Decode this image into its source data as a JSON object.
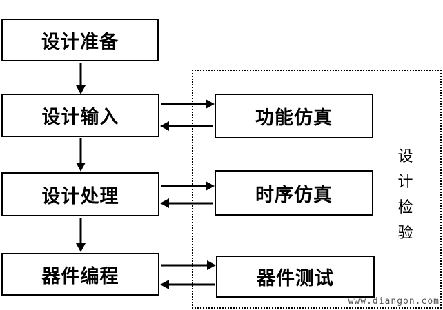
{
  "diagram": {
    "flow_boxes": [
      {
        "label": "设计准备"
      },
      {
        "label": "设计输入"
      },
      {
        "label": "设计处理"
      },
      {
        "label": "器件编程"
      }
    ],
    "sim_boxes": [
      {
        "label": "功能仿真"
      },
      {
        "label": "时序仿真"
      },
      {
        "label": "器件测试"
      }
    ],
    "group_label_vertical": "设计检验",
    "watermark": "www.diangon.com",
    "colors": {
      "line": "#000000",
      "text": "#000000",
      "watermark": "#555555",
      "background": "#ffffff"
    }
  }
}
